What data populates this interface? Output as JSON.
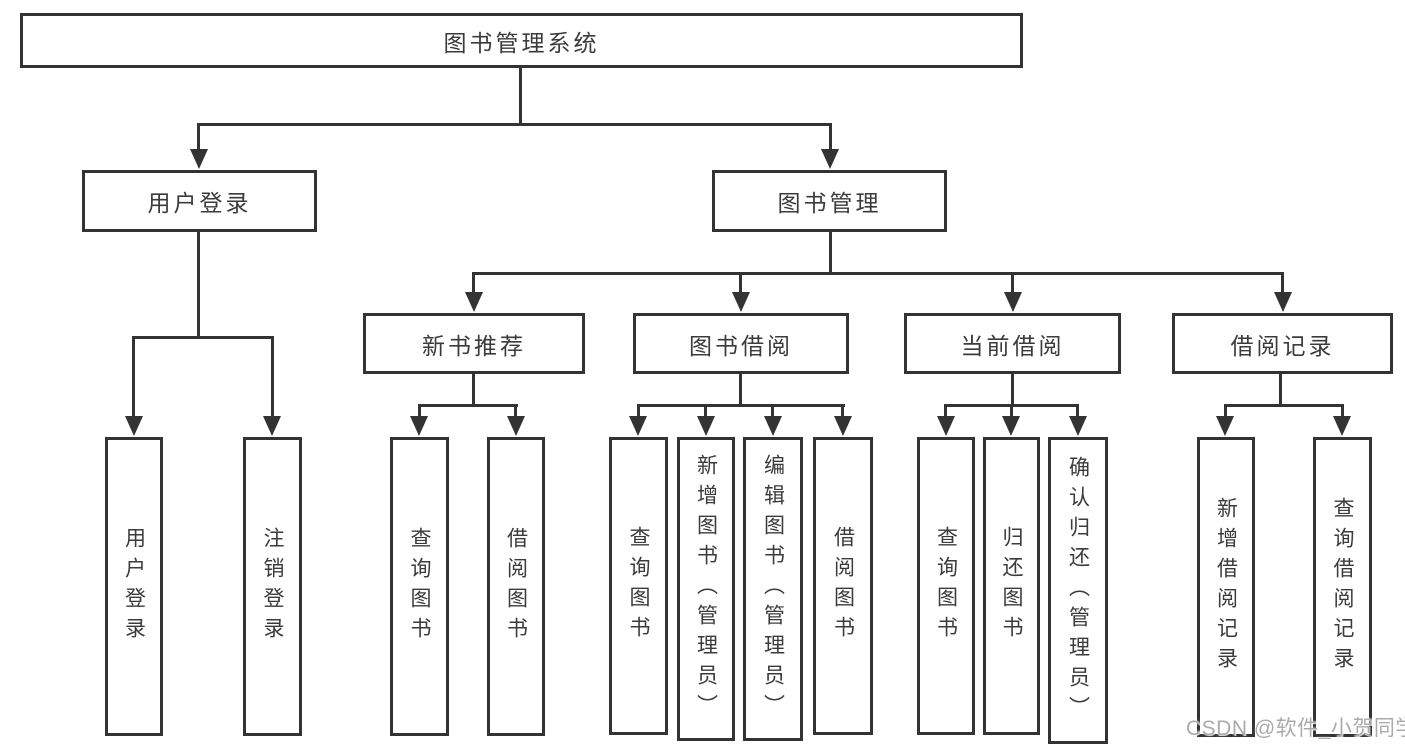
{
  "colors": {
    "line": "#333333",
    "text": "#3b3b3b",
    "background": "#ffffff",
    "watermark": "#ababab"
  },
  "root": {
    "label": "图书管理系统"
  },
  "branches": [
    {
      "label": "用户登录",
      "children": [
        {
          "label": "用户登录"
        },
        {
          "label": "注销登录"
        }
      ]
    },
    {
      "label": "图书管理",
      "children": [
        {
          "label": "新书推荐",
          "children": [
            {
              "label": "查询图书"
            },
            {
              "label": "借阅图书"
            }
          ]
        },
        {
          "label": "图书借阅",
          "children": [
            {
              "label": "查询图书"
            },
            {
              "label": "新增图书（管理员）"
            },
            {
              "label": "编辑图书（管理员）"
            },
            {
              "label": "借阅图书"
            }
          ]
        },
        {
          "label": "当前借阅",
          "children": [
            {
              "label": "查询图书"
            },
            {
              "label": "归还图书"
            },
            {
              "label": "确认归还（管理员）"
            }
          ]
        },
        {
          "label": "借阅记录",
          "children": [
            {
              "label": "新增借阅记录"
            },
            {
              "label": "查询借阅记录"
            }
          ]
        }
      ]
    }
  ],
  "watermark": {
    "text": "CSDN @软件_小贺同学"
  }
}
